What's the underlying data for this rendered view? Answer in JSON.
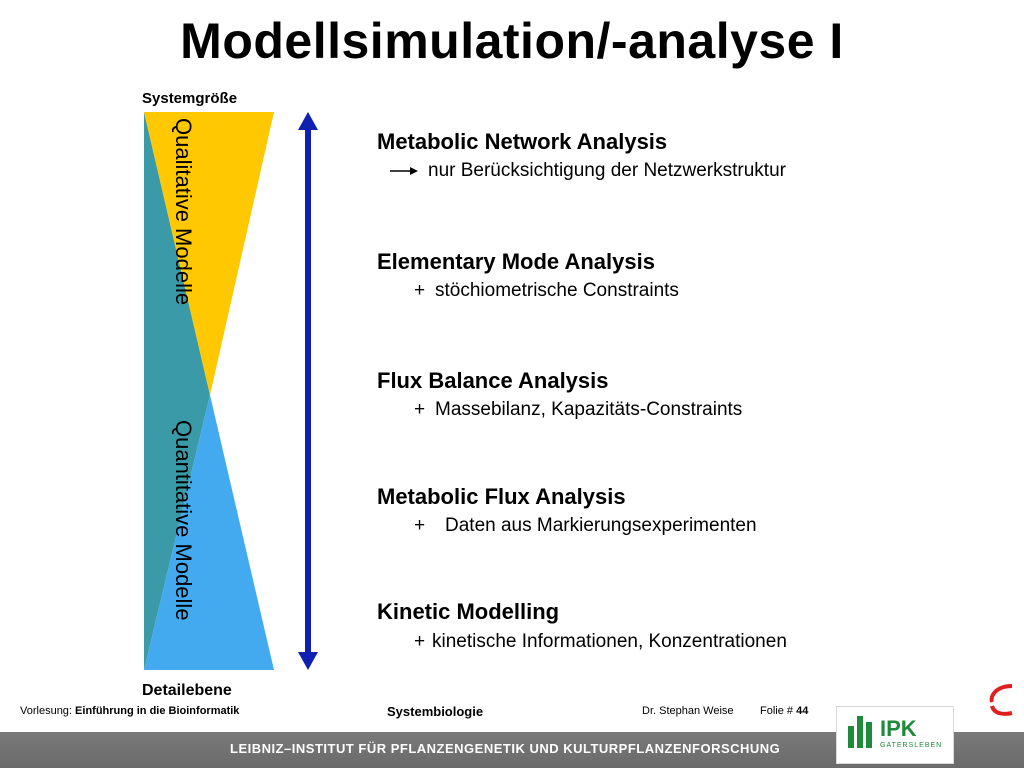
{
  "title": "Modellsimulation/-analyse I",
  "axis": {
    "top_label": "Systemgröße",
    "bottom_label": "Detailebene"
  },
  "triangles": {
    "qualitative_label": "Qualitative Modelle",
    "quantitative_label": "Quantitative Modelle",
    "colors": {
      "yellow": "#FFC800",
      "blue": "#44AAF0",
      "teal": "#3B9AA8",
      "arrow": "#1020B0"
    }
  },
  "items": [
    {
      "title": "Metabolic Network Analysis",
      "sub_prefix": "",
      "sub": "nur Berücksichtigung der Netzwerkstruktur"
    },
    {
      "title": "Elementary Mode Analysis",
      "sub_prefix": "+",
      "sub": "stöchiometrische Constraints"
    },
    {
      "title": "Flux Balance Analysis",
      "sub_prefix": "+",
      "sub": "Massebilanz, Kapazitäts-Constraints"
    },
    {
      "title": "Metabolic Flux Analysis",
      "sub_prefix": "+",
      "sub": "Daten aus Markierungsexperimenten"
    },
    {
      "title": "Kinetic Modelling",
      "sub_prefix": "+",
      "sub": "kinetische Informationen, Konzentrationen"
    }
  ],
  "footer": {
    "lecture_prefix": "Vorlesung:",
    "lecture_name": "Einführung in die Bioinformatik",
    "center": "Systembiologie",
    "author": "Dr. Stephan Weise",
    "slide_prefix": "Folie #",
    "slide_number": "44",
    "institute": "LEIBNIZ–INSTITUT FÜR PFLANZENGENETIK UND KULTURPFLANZENFORSCHUNG",
    "logo_text": "IPK",
    "logo_sub": "GATERSLEBEN"
  }
}
